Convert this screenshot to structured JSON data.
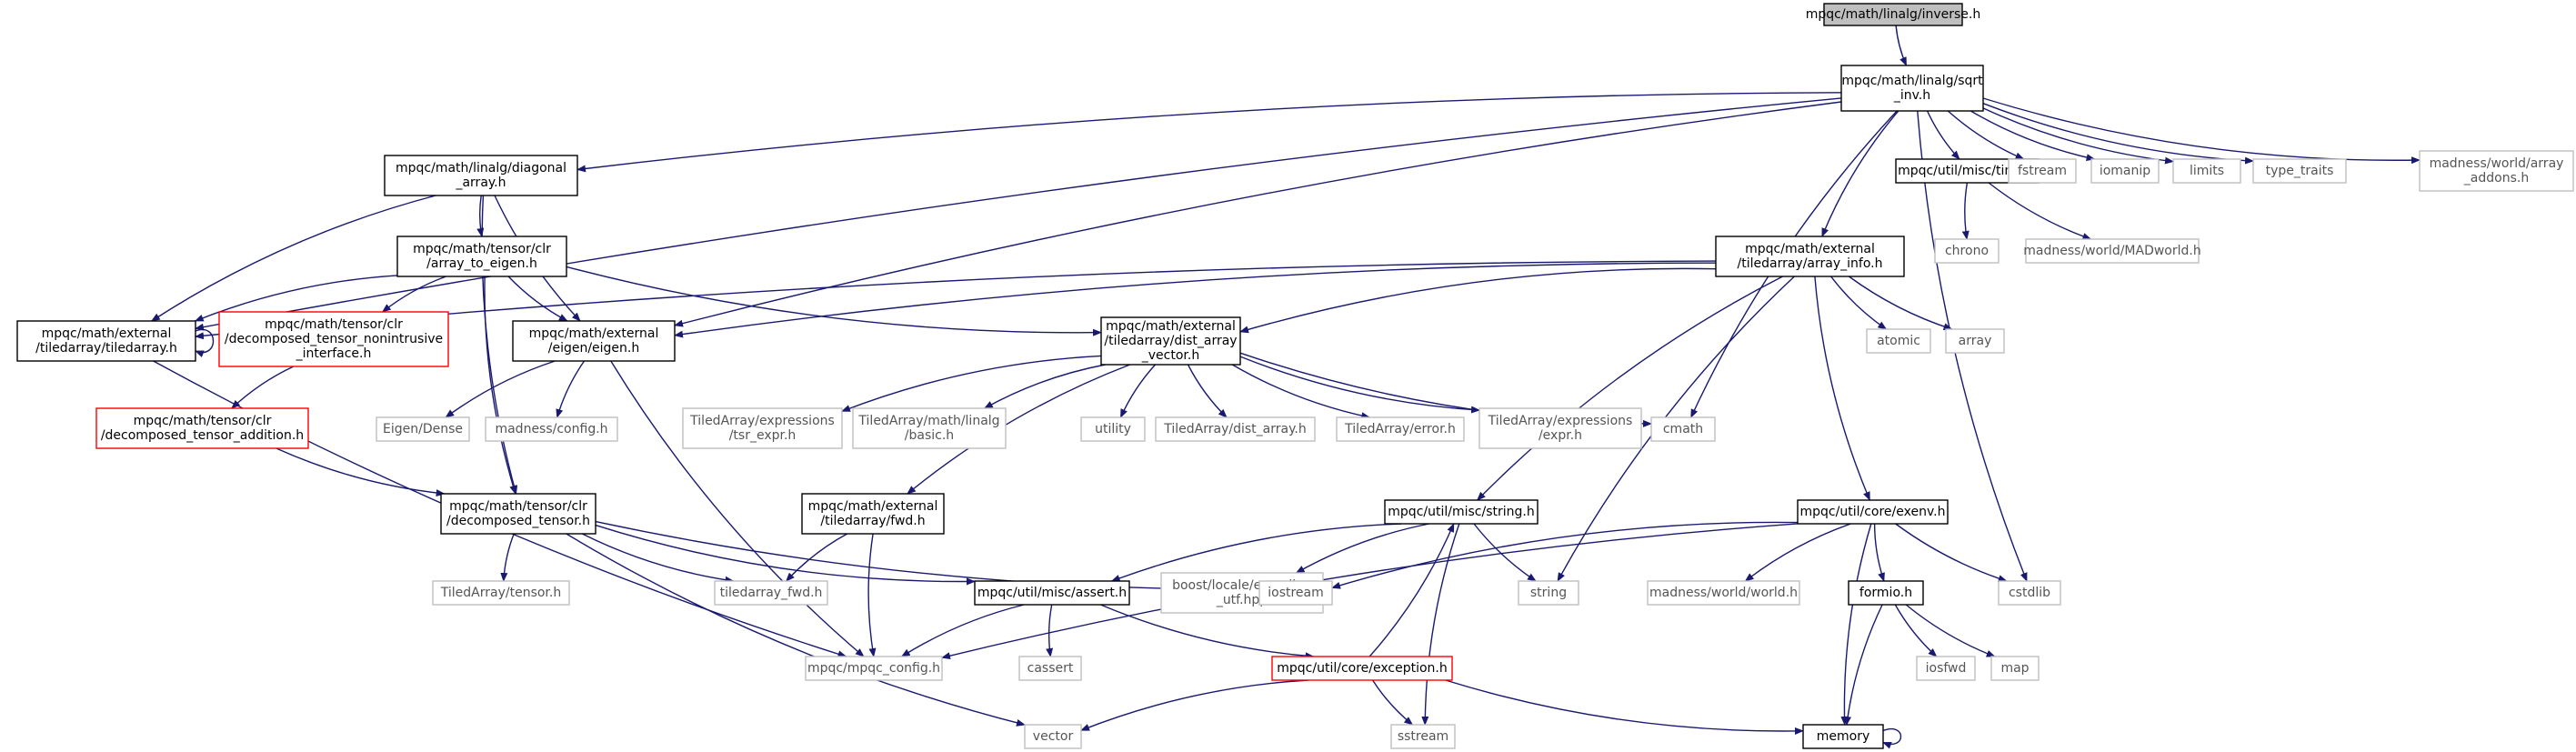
{
  "colors": {
    "edge": "#191970",
    "node_border_documented": "#000000",
    "node_border_system": "#bfbfbf",
    "node_border_truncated": "#ff0000",
    "root_fill": "#bfbfbf",
    "node_fill": "#ffffff",
    "text": "#000000",
    "system_text": "#555555"
  },
  "nodes": [
    {
      "id": "inverse",
      "kind": "root",
      "lines": [
        "mpqc/math/linalg/inverse.h"
      ]
    },
    {
      "id": "sqrt_inv",
      "kind": "documented",
      "lines": [
        "mpqc/math/linalg/sqrt",
        "_inv.h"
      ]
    },
    {
      "id": "diagonal",
      "kind": "documented",
      "lines": [
        "mpqc/math/linalg/diagonal",
        "_array.h"
      ]
    },
    {
      "id": "time",
      "kind": "documented",
      "lines": [
        "mpqc/util/misc/time.h"
      ]
    },
    {
      "id": "fstream",
      "kind": "system",
      "lines": [
        "fstream"
      ]
    },
    {
      "id": "iomanip",
      "kind": "system",
      "lines": [
        "iomanip"
      ]
    },
    {
      "id": "limits",
      "kind": "system",
      "lines": [
        "limits"
      ]
    },
    {
      "id": "type_traits",
      "kind": "system",
      "lines": [
        "type_traits"
      ]
    },
    {
      "id": "array_addons",
      "kind": "system",
      "lines": [
        "madness/world/array",
        "_addons.h"
      ]
    },
    {
      "id": "chrono",
      "kind": "system",
      "lines": [
        "chrono"
      ]
    },
    {
      "id": "madworld",
      "kind": "system",
      "lines": [
        "madness/world/MADworld.h"
      ]
    },
    {
      "id": "array_to_eigen",
      "kind": "documented",
      "lines": [
        "mpqc/math/tensor/clr",
        "/array_to_eigen.h"
      ]
    },
    {
      "id": "array_info",
      "kind": "documented",
      "lines": [
        "mpqc/math/external",
        "/tiledarray/array_info.h"
      ]
    },
    {
      "id": "tiledarray",
      "kind": "documented",
      "lines": [
        "mpqc/math/external",
        "/tiledarray/tiledarray.h"
      ]
    },
    {
      "id": "nonintrusive",
      "kind": "truncated",
      "lines": [
        "mpqc/math/tensor/clr",
        "/decomposed_tensor_nonintrusive",
        "_interface.h"
      ]
    },
    {
      "id": "eigen",
      "kind": "documented",
      "lines": [
        "mpqc/math/external",
        "/eigen/eigen.h"
      ]
    },
    {
      "id": "dist_array_vector",
      "kind": "documented",
      "lines": [
        "mpqc/math/external",
        "/tiledarray/dist_array",
        "_vector.h"
      ]
    },
    {
      "id": "atomic",
      "kind": "system",
      "lines": [
        "atomic"
      ]
    },
    {
      "id": "array",
      "kind": "system",
      "lines": [
        "array"
      ]
    },
    {
      "id": "tensor_addition",
      "kind": "truncated",
      "lines": [
        "mpqc/math/tensor/clr",
        "/decomposed_tensor_addition.h"
      ]
    },
    {
      "id": "eigen_dense",
      "kind": "system",
      "lines": [
        "Eigen/Dense"
      ]
    },
    {
      "id": "madness_config",
      "kind": "system",
      "lines": [
        "madness/config.h"
      ]
    },
    {
      "id": "tsr_expr",
      "kind": "system",
      "lines": [
        "TiledArray/expressions",
        "/tsr_expr.h"
      ]
    },
    {
      "id": "ta_basic",
      "kind": "system",
      "lines": [
        "TiledArray/math/linalg",
        "/basic.h"
      ]
    },
    {
      "id": "utility",
      "kind": "system",
      "lines": [
        "utility"
      ]
    },
    {
      "id": "ta_dist_array",
      "kind": "system",
      "lines": [
        "TiledArray/dist_array.h"
      ]
    },
    {
      "id": "ta_error",
      "kind": "system",
      "lines": [
        "TiledArray/error.h"
      ]
    },
    {
      "id": "ta_expr",
      "kind": "system",
      "lines": [
        "TiledArray/expressions",
        "/expr.h"
      ]
    },
    {
      "id": "cmath",
      "kind": "system",
      "lines": [
        "cmath"
      ]
    },
    {
      "id": "decomposed_tensor",
      "kind": "documented",
      "lines": [
        "mpqc/math/tensor/clr",
        "/decomposed_tensor.h"
      ]
    },
    {
      "id": "tiledarray_fwd_h",
      "kind": "documented",
      "lines": [
        "mpqc/math/external",
        "/tiledarray/fwd.h"
      ]
    },
    {
      "id": "string_h",
      "kind": "documented",
      "lines": [
        "mpqc/util/misc/string.h"
      ]
    },
    {
      "id": "exenv",
      "kind": "documented",
      "lines": [
        "mpqc/util/core/exenv.h"
      ]
    },
    {
      "id": "ta_tensor",
      "kind": "system",
      "lines": [
        "TiledArray/tensor.h"
      ]
    },
    {
      "id": "tiledarray_fwd",
      "kind": "system",
      "lines": [
        "tiledarray_fwd.h"
      ]
    },
    {
      "id": "assert_h",
      "kind": "documented",
      "lines": [
        "mpqc/util/misc/assert.h"
      ]
    },
    {
      "id": "utf",
      "kind": "system",
      "lines": [
        "boost/locale/encoding",
        "_utf.hpp"
      ]
    },
    {
      "id": "iostream",
      "kind": "system",
      "lines": [
        "iostream"
      ]
    },
    {
      "id": "string",
      "kind": "system",
      "lines": [
        "string"
      ]
    },
    {
      "id": "madness_world",
      "kind": "system",
      "lines": [
        "madness/world/world.h"
      ]
    },
    {
      "id": "formio",
      "kind": "documented",
      "lines": [
        "formio.h"
      ]
    },
    {
      "id": "cstdlib",
      "kind": "system",
      "lines": [
        "cstdlib"
      ]
    },
    {
      "id": "mpqc_config",
      "kind": "system",
      "lines": [
        "mpqc/mpqc_config.h"
      ]
    },
    {
      "id": "cassert",
      "kind": "system",
      "lines": [
        "cassert"
      ]
    },
    {
      "id": "exception",
      "kind": "truncated",
      "lines": [
        "mpqc/util/core/exception.h"
      ]
    },
    {
      "id": "iosfwd",
      "kind": "system",
      "lines": [
        "iosfwd"
      ]
    },
    {
      "id": "map",
      "kind": "system",
      "lines": [
        "map"
      ]
    },
    {
      "id": "vector",
      "kind": "system",
      "lines": [
        "vector"
      ]
    },
    {
      "id": "sstream",
      "kind": "system",
      "lines": [
        "sstream"
      ]
    },
    {
      "id": "memory",
      "kind": "documented",
      "lines": [
        "memory"
      ]
    }
  ],
  "edges": [
    [
      "inverse",
      "sqrt_inv"
    ],
    [
      "sqrt_inv",
      "diagonal"
    ],
    [
      "sqrt_inv",
      "tiledarray"
    ],
    [
      "sqrt_inv",
      "eigen"
    ],
    [
      "sqrt_inv",
      "array_info"
    ],
    [
      "sqrt_inv",
      "cmath"
    ],
    [
      "sqrt_inv",
      "time"
    ],
    [
      "sqrt_inv",
      "fstream"
    ],
    [
      "sqrt_inv",
      "iomanip"
    ],
    [
      "sqrt_inv",
      "limits"
    ],
    [
      "sqrt_inv",
      "type_traits"
    ],
    [
      "sqrt_inv",
      "array_addons"
    ],
    [
      "sqrt_inv",
      "cstdlib"
    ],
    [
      "time",
      "chrono"
    ],
    [
      "time",
      "madworld"
    ],
    [
      "diagonal",
      "array_to_eigen"
    ],
    [
      "diagonal",
      "tiledarray"
    ],
    [
      "diagonal",
      "eigen"
    ],
    [
      "diagonal",
      "decomposed_tensor"
    ],
    [
      "array_to_eigen",
      "tiledarray"
    ],
    [
      "array_to_eigen",
      "nonintrusive"
    ],
    [
      "array_to_eigen",
      "eigen"
    ],
    [
      "array_to_eigen",
      "dist_array_vector"
    ],
    [
      "array_to_eigen",
      "decomposed_tensor"
    ],
    [
      "array_info",
      "tiledarray"
    ],
    [
      "array_info",
      "eigen"
    ],
    [
      "array_info",
      "dist_array_vector"
    ],
    [
      "array_info",
      "atomic"
    ],
    [
      "array_info",
      "array"
    ],
    [
      "array_info",
      "string_h"
    ],
    [
      "array_info",
      "string"
    ],
    [
      "array_info",
      "exenv"
    ],
    [
      "tiledarray",
      "tiledarray"
    ],
    [
      "tiledarray",
      "mpqc_config"
    ],
    [
      "nonintrusive",
      "tensor_addition"
    ],
    [
      "tensor_addition",
      "decomposed_tensor"
    ],
    [
      "eigen",
      "eigen_dense"
    ],
    [
      "eigen",
      "madness_config"
    ],
    [
      "eigen",
      "mpqc_config"
    ],
    [
      "dist_array_vector",
      "tsr_expr"
    ],
    [
      "dist_array_vector",
      "ta_basic"
    ],
    [
      "dist_array_vector",
      "utility"
    ],
    [
      "dist_array_vector",
      "ta_dist_array"
    ],
    [
      "dist_array_vector",
      "ta_error"
    ],
    [
      "dist_array_vector",
      "ta_expr"
    ],
    [
      "dist_array_vector",
      "cmath"
    ],
    [
      "dist_array_vector",
      "tiledarray_fwd_h"
    ],
    [
      "decomposed_tensor",
      "ta_tensor"
    ],
    [
      "decomposed_tensor",
      "tiledarray_fwd"
    ],
    [
      "decomposed_tensor",
      "assert_h"
    ],
    [
      "decomposed_tensor",
      "iostream"
    ],
    [
      "decomposed_tensor",
      "vector"
    ],
    [
      "tiledarray_fwd_h",
      "tiledarray_fwd"
    ],
    [
      "tiledarray_fwd_h",
      "mpqc_config"
    ],
    [
      "string_h",
      "assert_h"
    ],
    [
      "string_h",
      "utf"
    ],
    [
      "string_h",
      "string"
    ],
    [
      "string_h",
      "sstream"
    ],
    [
      "exenv",
      "iostream"
    ],
    [
      "exenv",
      "mpqc_config"
    ],
    [
      "exenv",
      "madness_world"
    ],
    [
      "exenv",
      "formio"
    ],
    [
      "exenv",
      "memory"
    ],
    [
      "exenv",
      "cstdlib"
    ],
    [
      "assert_h",
      "mpqc_config"
    ],
    [
      "assert_h",
      "cassert"
    ],
    [
      "assert_h",
      "exception"
    ],
    [
      "exception",
      "vector"
    ],
    [
      "exception",
      "string_h"
    ],
    [
      "exception",
      "sstream"
    ],
    [
      "exception",
      "memory"
    ],
    [
      "formio",
      "iosfwd"
    ],
    [
      "formio",
      "map"
    ],
    [
      "formio",
      "memory"
    ],
    [
      "memory",
      "memory"
    ]
  ]
}
